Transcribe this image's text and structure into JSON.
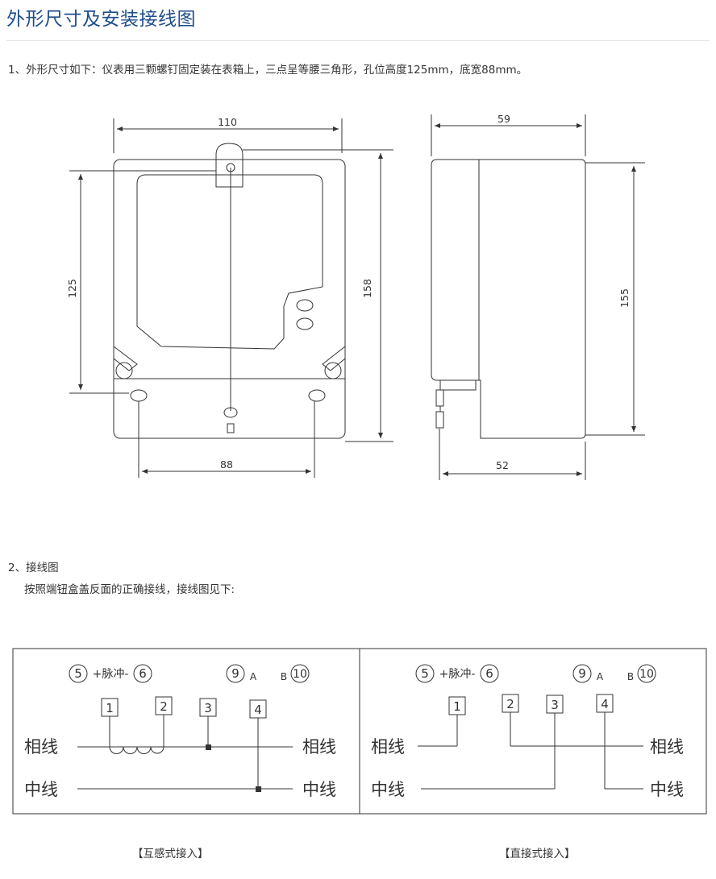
{
  "header": {
    "title": "外形尺寸及安装接线图"
  },
  "section1": {
    "text": "1、外形尺寸如下：仪表用三颗螺钉固定装在表箱上，三点呈等腰三角形，孔位高度125mm，底宽88mm。",
    "dims": {
      "width": "110",
      "hole_height": "125",
      "height": "158",
      "base_width": "88",
      "side_depth": "59",
      "side_height": "155",
      "side_depth_bottom": "52"
    }
  },
  "section2": {
    "heading": "2、接线图",
    "text": "按照端钮盒盖反面的正确接线，接线图见下:"
  },
  "wiring": {
    "circle_5": "5",
    "circle_6": "6",
    "pulse": "+脉冲-",
    "circle_9": "9",
    "label_a": "A",
    "label_b": "B",
    "circle_10": "10",
    "terminal_1": "1",
    "terminal_2": "2",
    "terminal_3": "3",
    "terminal_4": "4",
    "phase": "相线",
    "neutral": "中线",
    "caption_left": "【互感式接入】",
    "caption_right": "【直接式接入】"
  },
  "colors": {
    "title": "#1f4e8c",
    "line": "#333333"
  }
}
